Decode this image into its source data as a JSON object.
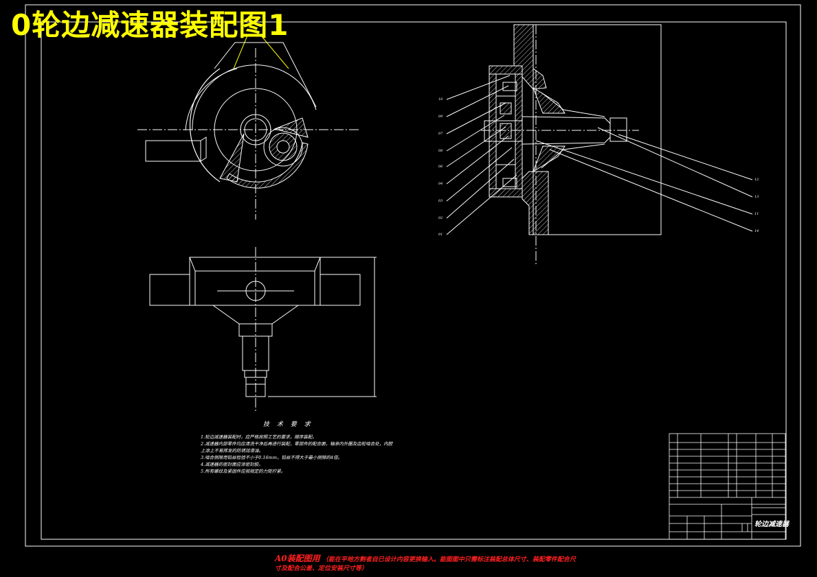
{
  "drawing": {
    "title": "0轮边减速器装配图1",
    "tech_requirements_title": "技 术 要 求",
    "tech_notes": [
      "1.轮边减速器装配时，应严格按照工艺的要求，顺序装配。",
      "2.减速器内部零件均应清洗干净后再进行装配，零部件的配合面，轴承内外圈及齿轮啮合处，内腔",
      "  上涂上不易挥发的防锈润滑油。",
      "3.啮合侧隙用铅丝检验不小于0.16mm，铅丝不得大于最小侧隙的4倍。",
      "4.减速器的密封面应涂密封胶。",
      "5.所有螺纹及紧固件应按规定的力矩拧紧。"
    ],
    "footer_main": "A0装配图用",
    "footer_note": "（能在平地方剩者自已设计内容更换输入。能图图中只需标注装配总体尺寸、装配零件配合尺寸及配合公差、定位安装尺寸等）",
    "part_name": "轮边减速器",
    "callouts_left": [
      "10",
      "09",
      "07",
      "08",
      "06",
      "04",
      "03",
      "02",
      "01"
    ],
    "callouts_right": [
      "12",
      "13",
      "11",
      "14"
    ]
  },
  "colors": {
    "title": "#ffff00",
    "footer": "#ff2020",
    "lines": "#ffffff"
  }
}
